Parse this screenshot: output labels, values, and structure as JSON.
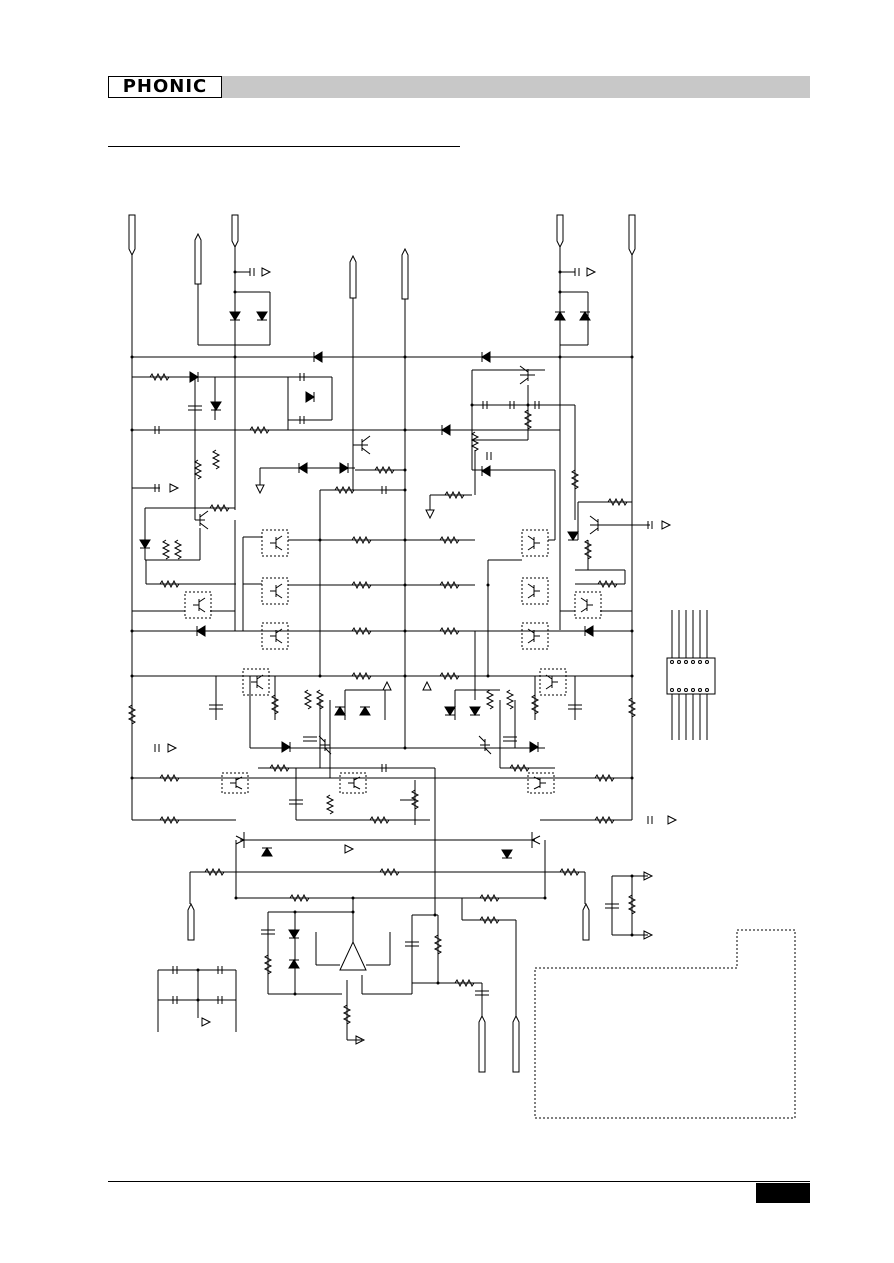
{
  "header": {
    "logo_text": "PHONIC",
    "bar_color": "#c8c8c8"
  },
  "schematic": {
    "line_color": "#000000",
    "component_types": [
      "resistor",
      "capacitor",
      "electrolytic-capacitor",
      "diode",
      "zener-diode",
      "transistor",
      "op-amp",
      "ground",
      "connector",
      "ic-chip"
    ]
  }
}
